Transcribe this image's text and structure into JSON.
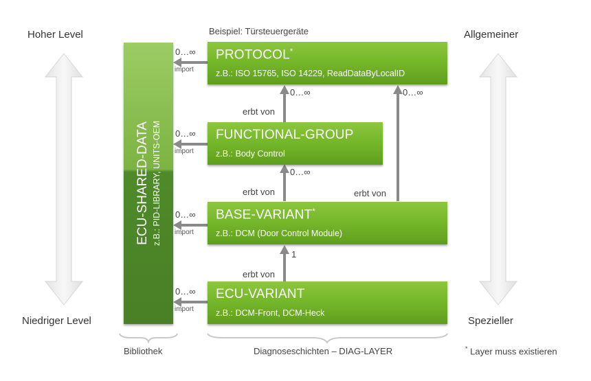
{
  "left_axis": {
    "top_label": "Hoher Level",
    "bottom_label": "Niedriger Level"
  },
  "right_axis": {
    "top_label": "Allgemeiner",
    "bottom_label": "Spezieller"
  },
  "example_label": "Beispiel: Türsteuergeräte",
  "shared_data": {
    "title": "ECU-SHARED-DATA",
    "example": "z.B.: PID-LIBRARY, UNITS-OEM"
  },
  "layers": {
    "protocol": {
      "title": "PROTOCOL",
      "mark": "*",
      "example": "z.B.: ISO 15765, ISO 14229, ReadDataByLocalID"
    },
    "functional_group": {
      "title": "FUNCTIONAL-GROUP",
      "example": "z.B.: Body Control"
    },
    "base_variant": {
      "title": "BASE-VARIANT",
      "mark": "*",
      "example": "z.B.: DCM (Door Control Module)"
    },
    "ecu_variant": {
      "title": "ECU-VARIANT",
      "example": "z.B.: DCM-Front, DCM-Heck"
    }
  },
  "import_links": {
    "label": "import",
    "multiplicity": "0…∞"
  },
  "inheritance": {
    "label": "erbt von",
    "fg_to_protocol": "0…∞",
    "bv_to_fg": "0…∞",
    "bv_to_protocol": "0…∞",
    "ev_to_bv": "1"
  },
  "bottom": {
    "library_label": "Bibliothek",
    "diag_layer_label": "Diagnoseschichten – DIAG-LAYER",
    "footnote_mark": "*",
    "footnote": "Layer muss existieren"
  }
}
